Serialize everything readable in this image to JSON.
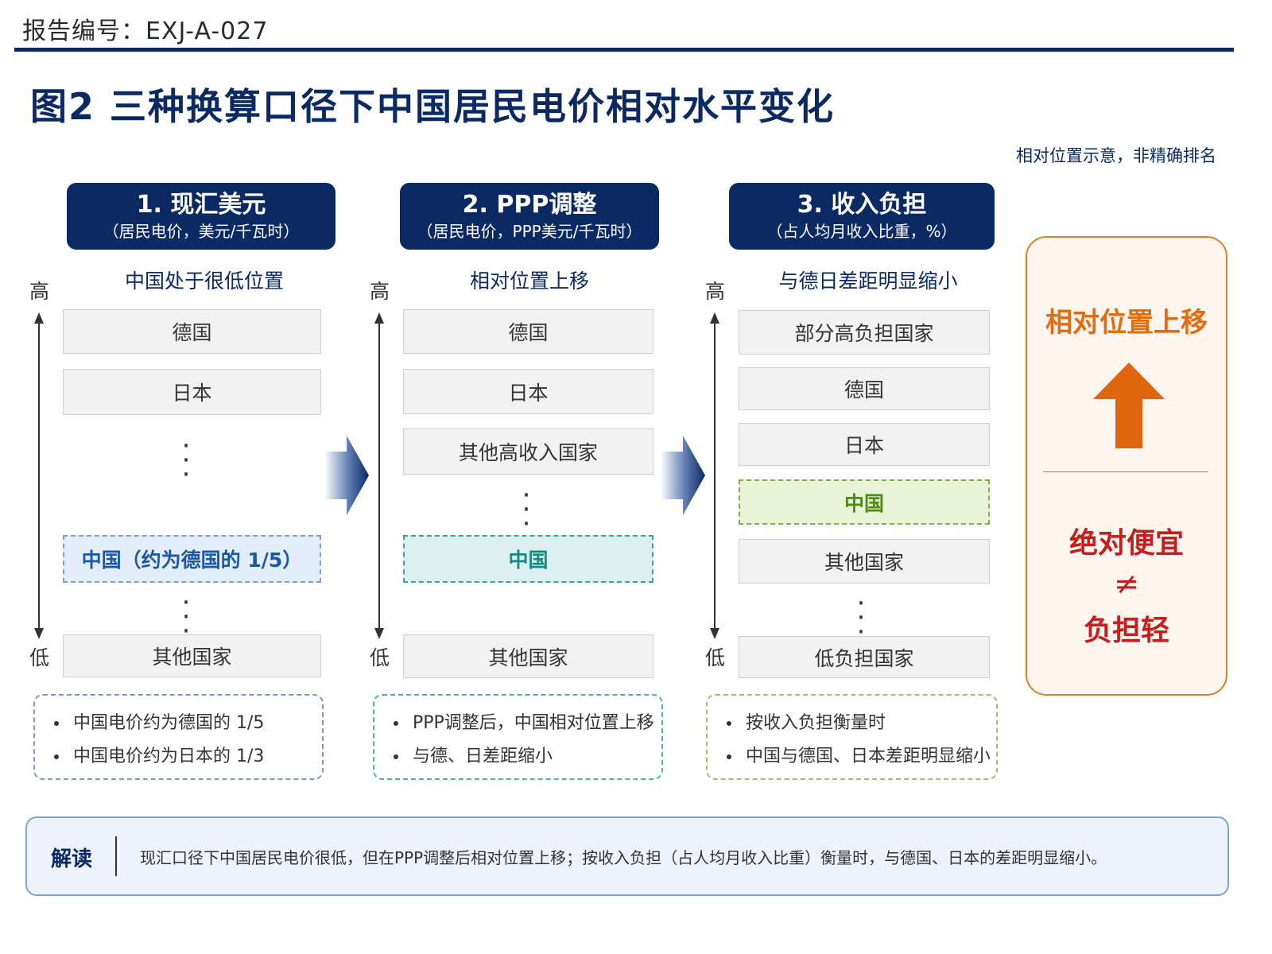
{
  "report_number": "报告编号：EXJ-A-027",
  "figure_title": "图2  三种换算口径下中国居民电价相对水平变化",
  "note": "相对位置示意，非精确排名",
  "axis": {
    "high": "高",
    "low": "低"
  },
  "columns": [
    {
      "title": "1. 现汇美元",
      "unit": "（居民电价，美元/千瓦时）",
      "subtitle": "中国处于很低位置",
      "ranks": [
        "德国",
        "日本",
        "中国（约为德国的 1/5）",
        "其他国家"
      ],
      "notes": [
        "中国电价约为德国的 1/5",
        "中国电价约为日本的 1/3"
      ]
    },
    {
      "title": "2. PPP调整",
      "unit": "（居民电价，PPP美元/千瓦时）",
      "subtitle": "相对位置上移",
      "ranks": [
        "德国",
        "日本",
        "其他高收入国家",
        "中国",
        "其他国家"
      ],
      "notes": [
        "PPP调整后，中国相对位置上移",
        "与德、日差距缩小"
      ]
    },
    {
      "title": "3. 收入负担",
      "unit": "（占人均月收入比重，%）",
      "subtitle": "与德日差距明显缩小",
      "ranks": [
        "部分高负担国家",
        "德国",
        "日本",
        "中国",
        "其他国家",
        "低负担国家"
      ],
      "notes": [
        "按收入负担衡量时",
        "中国与德国、日本差距明显缩小"
      ]
    }
  ],
  "side_panel": {
    "title": "相对位置上移",
    "line1": "绝对便宜",
    "symbol": "≠",
    "line2": "负担轻"
  },
  "interpretation": {
    "label": "解读",
    "text": "现汇口径下中国居民电价很低，但在PPP调整后相对位置上移；按收入负担（占人均月收入比重）衡量时，与德国、日本的差距明显缩小。"
  },
  "colors": {
    "navy": "#0b2a63",
    "china_col1": "#1c57a5",
    "china_col2": "#198a82",
    "china_col3": "#4d8d12",
    "orange": "#e06d12",
    "red": "#c41f1f"
  }
}
